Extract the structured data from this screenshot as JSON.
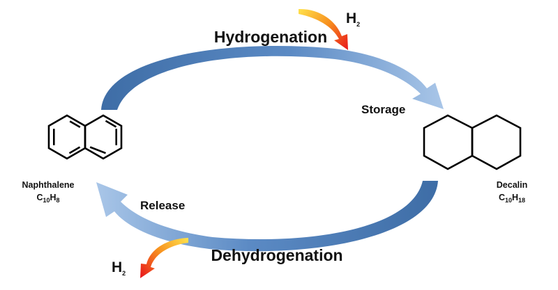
{
  "labels": {
    "hydrogenation": "Hydrogenation",
    "dehydrogenation": "Dehydrogenation",
    "storage": "Storage",
    "release": "Release",
    "h2_in": {
      "base": "H",
      "sub": "2"
    },
    "h2_out": {
      "base": "H",
      "sub": "2"
    }
  },
  "molecules": {
    "naphthalene": {
      "name": "Naphthalene",
      "formula": [
        {
          "t": "C",
          "sub": false
        },
        {
          "t": "10",
          "sub": true
        },
        {
          "t": "H",
          "sub": false
        },
        {
          "t": "8",
          "sub": true
        }
      ]
    },
    "decalin": {
      "name": "Decalin",
      "formula": [
        {
          "t": "C",
          "sub": false
        },
        {
          "t": "10",
          "sub": true
        },
        {
          "t": "H",
          "sub": false
        },
        {
          "t": "18",
          "sub": true
        }
      ]
    }
  },
  "colors": {
    "cycle_arrow_dark": "#3e6da6",
    "cycle_arrow_light": "#a9c6e8",
    "h2_arrow_start": "#ffe34d",
    "h2_arrow_mid": "#f7901e",
    "h2_arrow_end": "#e8141c"
  }
}
